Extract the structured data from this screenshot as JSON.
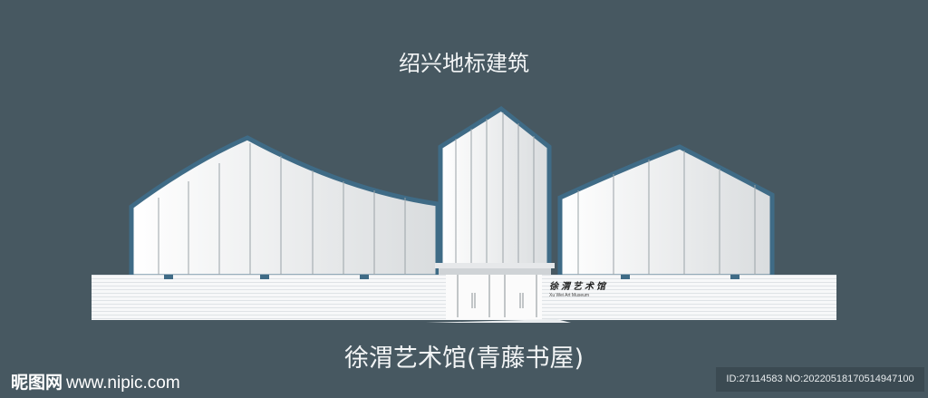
{
  "title": "绍兴地标建筑",
  "caption": "徐渭艺术馆(青藤书屋)",
  "sign": {
    "chinese": "徐渭艺术馆",
    "english": "Xu Wei Art Museum"
  },
  "watermark": {
    "logo": "昵图网",
    "site": "www.nipic.com",
    "id_text": "ID:27114583 NO:20220518170514947100"
  },
  "colors": {
    "background": "#475861",
    "outline": "#3f6b86",
    "wall": "#f4f5f6"
  }
}
